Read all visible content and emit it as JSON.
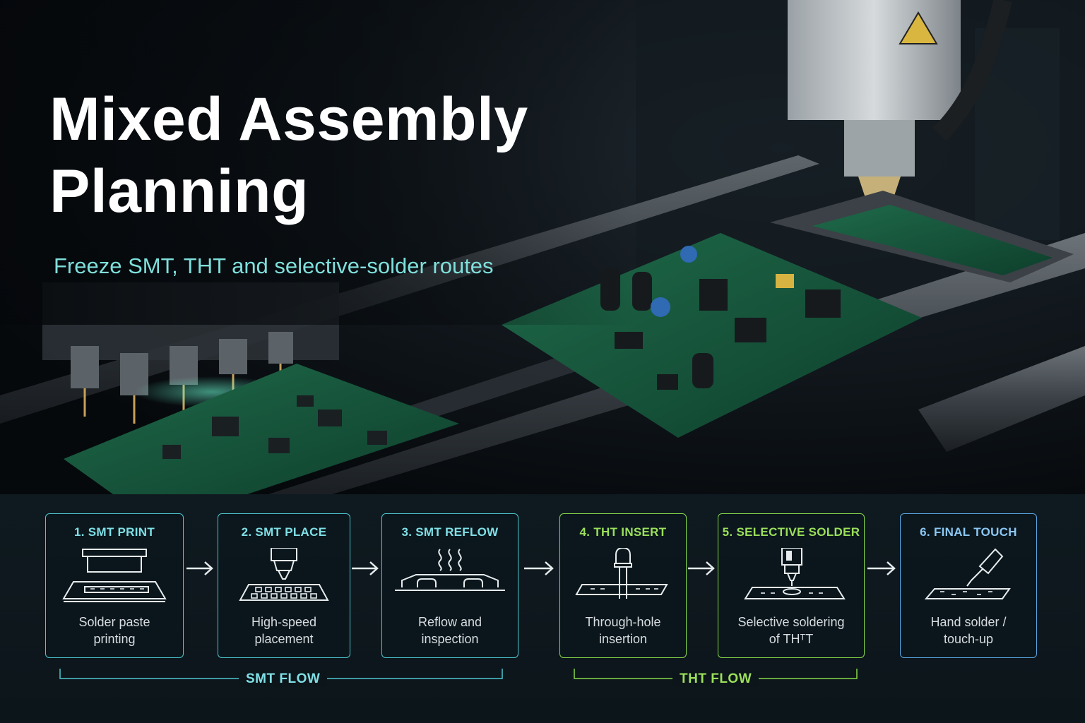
{
  "hero": {
    "title_line1": "Mixed Assembly",
    "title_line2": "Planning",
    "subtitle": "Freeze SMT, THT and selective-solder routes"
  },
  "steps": [
    {
      "title": "1. SMT PRINT",
      "desc_line1": "Solder paste",
      "desc_line2": "printing",
      "icon": "stencil-print-icon",
      "flow": "smt"
    },
    {
      "title": "2. SMT PLACE",
      "desc_line1": "High-speed",
      "desc_line2": "placement",
      "icon": "nozzle-place-icon",
      "flow": "smt"
    },
    {
      "title": "3. SMT REFLOW",
      "desc_line1": "Reflow and",
      "desc_line2": "inspection",
      "icon": "reflow-oven-icon",
      "flow": "smt"
    },
    {
      "title": "4. THT INSERT",
      "desc_line1": "Through-hole",
      "desc_line2": "insertion",
      "icon": "through-hole-led-icon",
      "flow": "tht"
    },
    {
      "title": "5. SELECTIVE SOLDER",
      "desc_line1": "Selective soldering",
      "desc_line2": "of THᵀT",
      "icon": "selective-solder-nozzle-icon",
      "flow": "tht"
    },
    {
      "title": "6. FINAL TOUCH",
      "desc_line1": "Hand solder /",
      "desc_line2": "touch-up",
      "icon": "soldering-iron-icon",
      "flow": "final"
    }
  ],
  "flows": {
    "smt_label": "SMT FLOW",
    "tht_label": "THT FLOW"
  },
  "colors": {
    "smt": "#4ec6cf",
    "tht": "#86d94a",
    "final": "#5aa8e6",
    "subtitle": "#7fe0dc",
    "panel_bg": "#0c151a"
  }
}
